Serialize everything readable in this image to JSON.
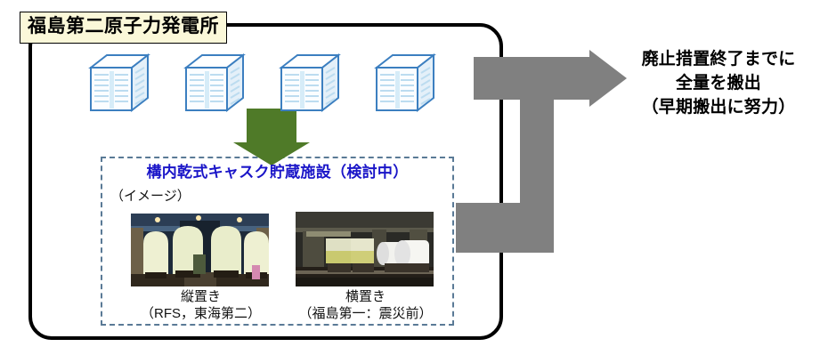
{
  "site": {
    "title": "福島第二原子力発電所"
  },
  "buildings": [
    {
      "name": "reactor-unit-1"
    },
    {
      "name": "reactor-unit-2"
    },
    {
      "name": "reactor-unit-3"
    },
    {
      "name": "reactor-unit-4"
    }
  ],
  "facility": {
    "heading": "構内乾式キャスク貯蔵施設（検討中）",
    "image_note": "（イメージ）",
    "photos": [
      {
        "caption_line1": "縦置き",
        "caption_line2": "（RFS，東海第二）",
        "alt": "vertical-dry-cask-storage-photo"
      },
      {
        "caption_line1": "横置き",
        "caption_line2": "（福島第一：震災前）",
        "alt": "horizontal-dry-cask-storage-photo"
      }
    ]
  },
  "goal": {
    "line1": "廃止措置終了までに",
    "line2": "全量を搬出",
    "line3": "（早期搬出に努力）"
  },
  "arrows": {
    "transfer_in": "green-down-arrow",
    "transfer_out": "gray-bent-right-arrow"
  },
  "colors": {
    "title_fill": "#FBF8D9",
    "heading_blue": "#1A15C8",
    "dashed_border": "#5A7A96",
    "green_arrow": "#4F7A28",
    "gray_arrow": "#808080",
    "building_stroke": "#3C7FC0",
    "boundary_black": "#000000"
  }
}
